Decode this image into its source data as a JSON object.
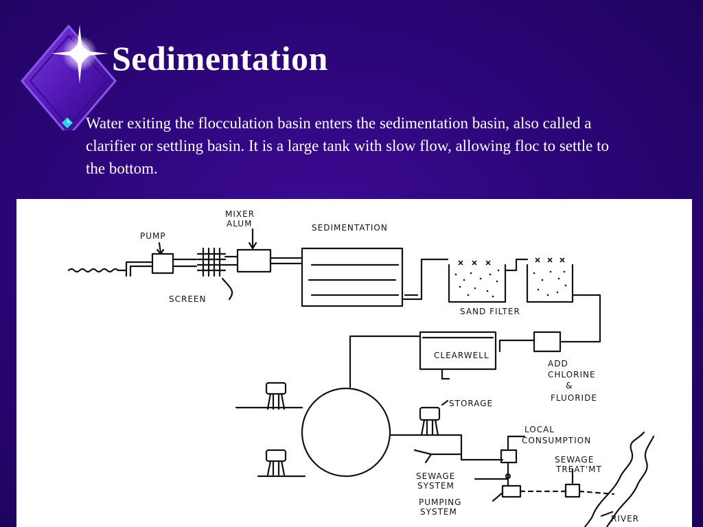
{
  "slide": {
    "title": "Sedimentation",
    "bullet": "Water exiting the flocculation basin enters the sedimentation basin, also called a clarifier or settling basin. It is a large tank with slow flow, allowing floc to settle to the bottom."
  },
  "diagram": {
    "labels": {
      "pump": "PUMP",
      "mixer_alum_1": "MIXER",
      "mixer_alum_2": "ALUM",
      "sedimentation": "SEDIMENTATION",
      "screen": "SCREEN",
      "sand_filter": "SAND FILTER",
      "clearwell": "CLEARWELL",
      "add_chlorine_1": "ADD",
      "add_chlorine_2": "CHLORINE",
      "add_chlorine_3": "&",
      "add_chlorine_4": "FLUORIDE",
      "storage": "STORAGE",
      "local_consumption_1": "LOCAL",
      "local_consumption_2": "CONSUMPTION",
      "sewage_treatment_1": "SEWAGE",
      "sewage_treatment_2": "TREAT'MT",
      "sewage_system_1": "SEWAGE",
      "sewage_system_2": "SYSTEM",
      "pumping_system_1": "PUMPING",
      "pumping_system_2": "SYSTEM",
      "river": "RIVER"
    }
  },
  "colors": {
    "background": "#2a0575",
    "title_text": "#ffffff",
    "bullet_icon": "#2ad4e8",
    "figure_bg": "#ffffff",
    "sketch_ink": "#111111"
  }
}
